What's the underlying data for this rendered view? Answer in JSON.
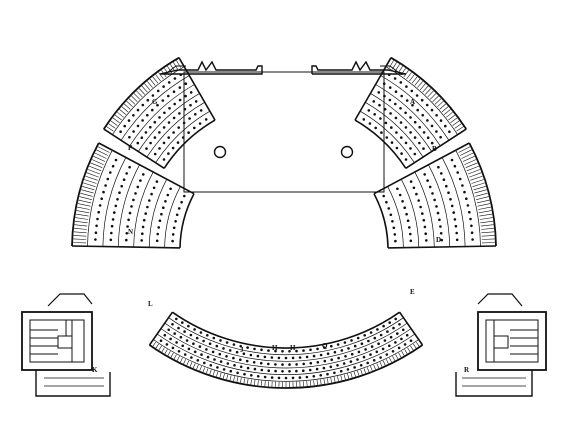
{
  "labels": {
    "upper_left": "G",
    "upper_left_lower": "F",
    "upper_right": "A",
    "upper_right_lower": "B",
    "mid_left": "N",
    "mid_left_lower": "L",
    "mid_right": "D",
    "mid_right_lower": "E",
    "bottom_j": "J",
    "bottom_h1": "H",
    "bottom_h2": "H",
    "bottom_q": "Q",
    "stair_left": "K",
    "stair_right": "R"
  },
  "colors": {
    "ink": "#111111",
    "paper": "#ffffff"
  }
}
